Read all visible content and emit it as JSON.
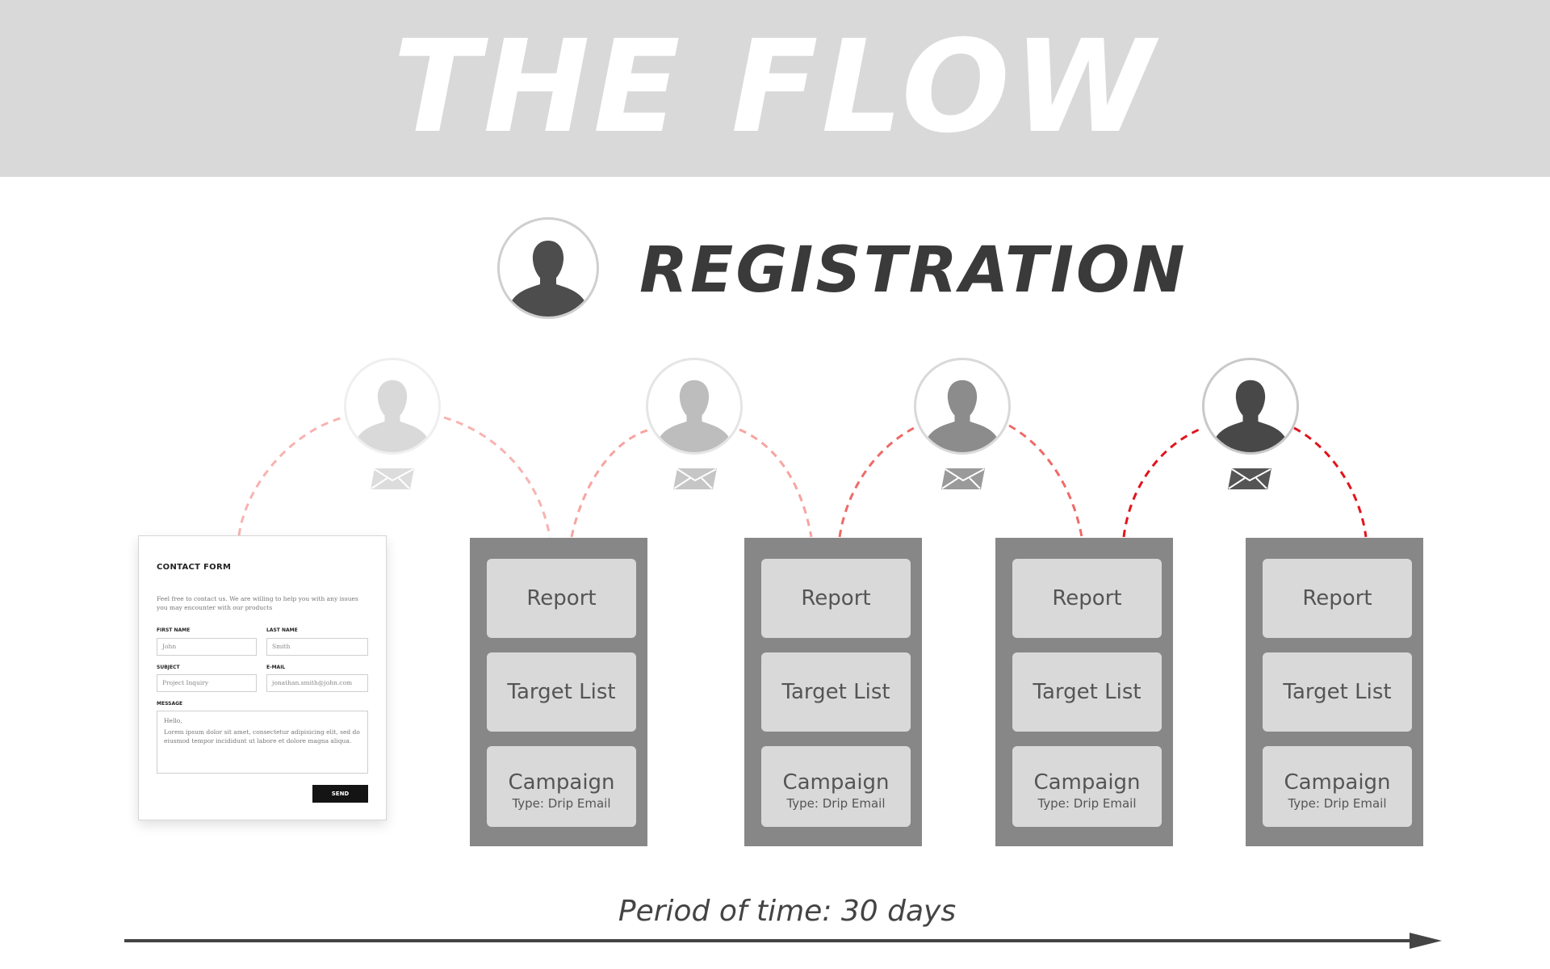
{
  "header": {
    "title": "THE FLOW"
  },
  "registration": {
    "label": "REGISTRATION",
    "icon": "user-avatar-icon"
  },
  "colors": {
    "banner": "#d9d9d9",
    "stack": "#878787",
    "card": "#d9d9d9",
    "connector_faint": "#f8b3b0",
    "connector_strong": "#e1141c"
  },
  "contact_form": {
    "title": "CONTACT FORM",
    "intro": "Feel free to contact us. We are willing to help you with any issues you may encounter with our products",
    "first_name_label": "FIRST NAME",
    "first_name_value": "John",
    "last_name_label": "LAST NAME",
    "last_name_value": "Smith",
    "subject_label": "SUBJECT",
    "subject_value": "Project Inquiry",
    "email_label": "E-MAIL",
    "email_value": "jonathan.smith@john.com",
    "message_label": "MESSAGE",
    "message_greeting": "Hello,",
    "message_body": "Lorem ipsum dolor sit amet, consectetur adipisicing elit, sed do eiusmod tempor incididunt ut labore et dolore magna aliqua.",
    "send_label": "SEND"
  },
  "steps": [
    {
      "report": "Report",
      "target_list": "Target List",
      "campaign": "Campaign",
      "campaign_type": "Type: Drip Email"
    },
    {
      "report": "Report",
      "target_list": "Target List",
      "campaign": "Campaign",
      "campaign_type": "Type: Drip Email"
    },
    {
      "report": "Report",
      "target_list": "Target List",
      "campaign": "Campaign",
      "campaign_type": "Type: Drip Email"
    },
    {
      "report": "Report",
      "target_list": "Target List",
      "campaign": "Campaign",
      "campaign_type": "Type: Drip Email"
    }
  ],
  "timeline": {
    "label": "Period of time: 30 days"
  }
}
